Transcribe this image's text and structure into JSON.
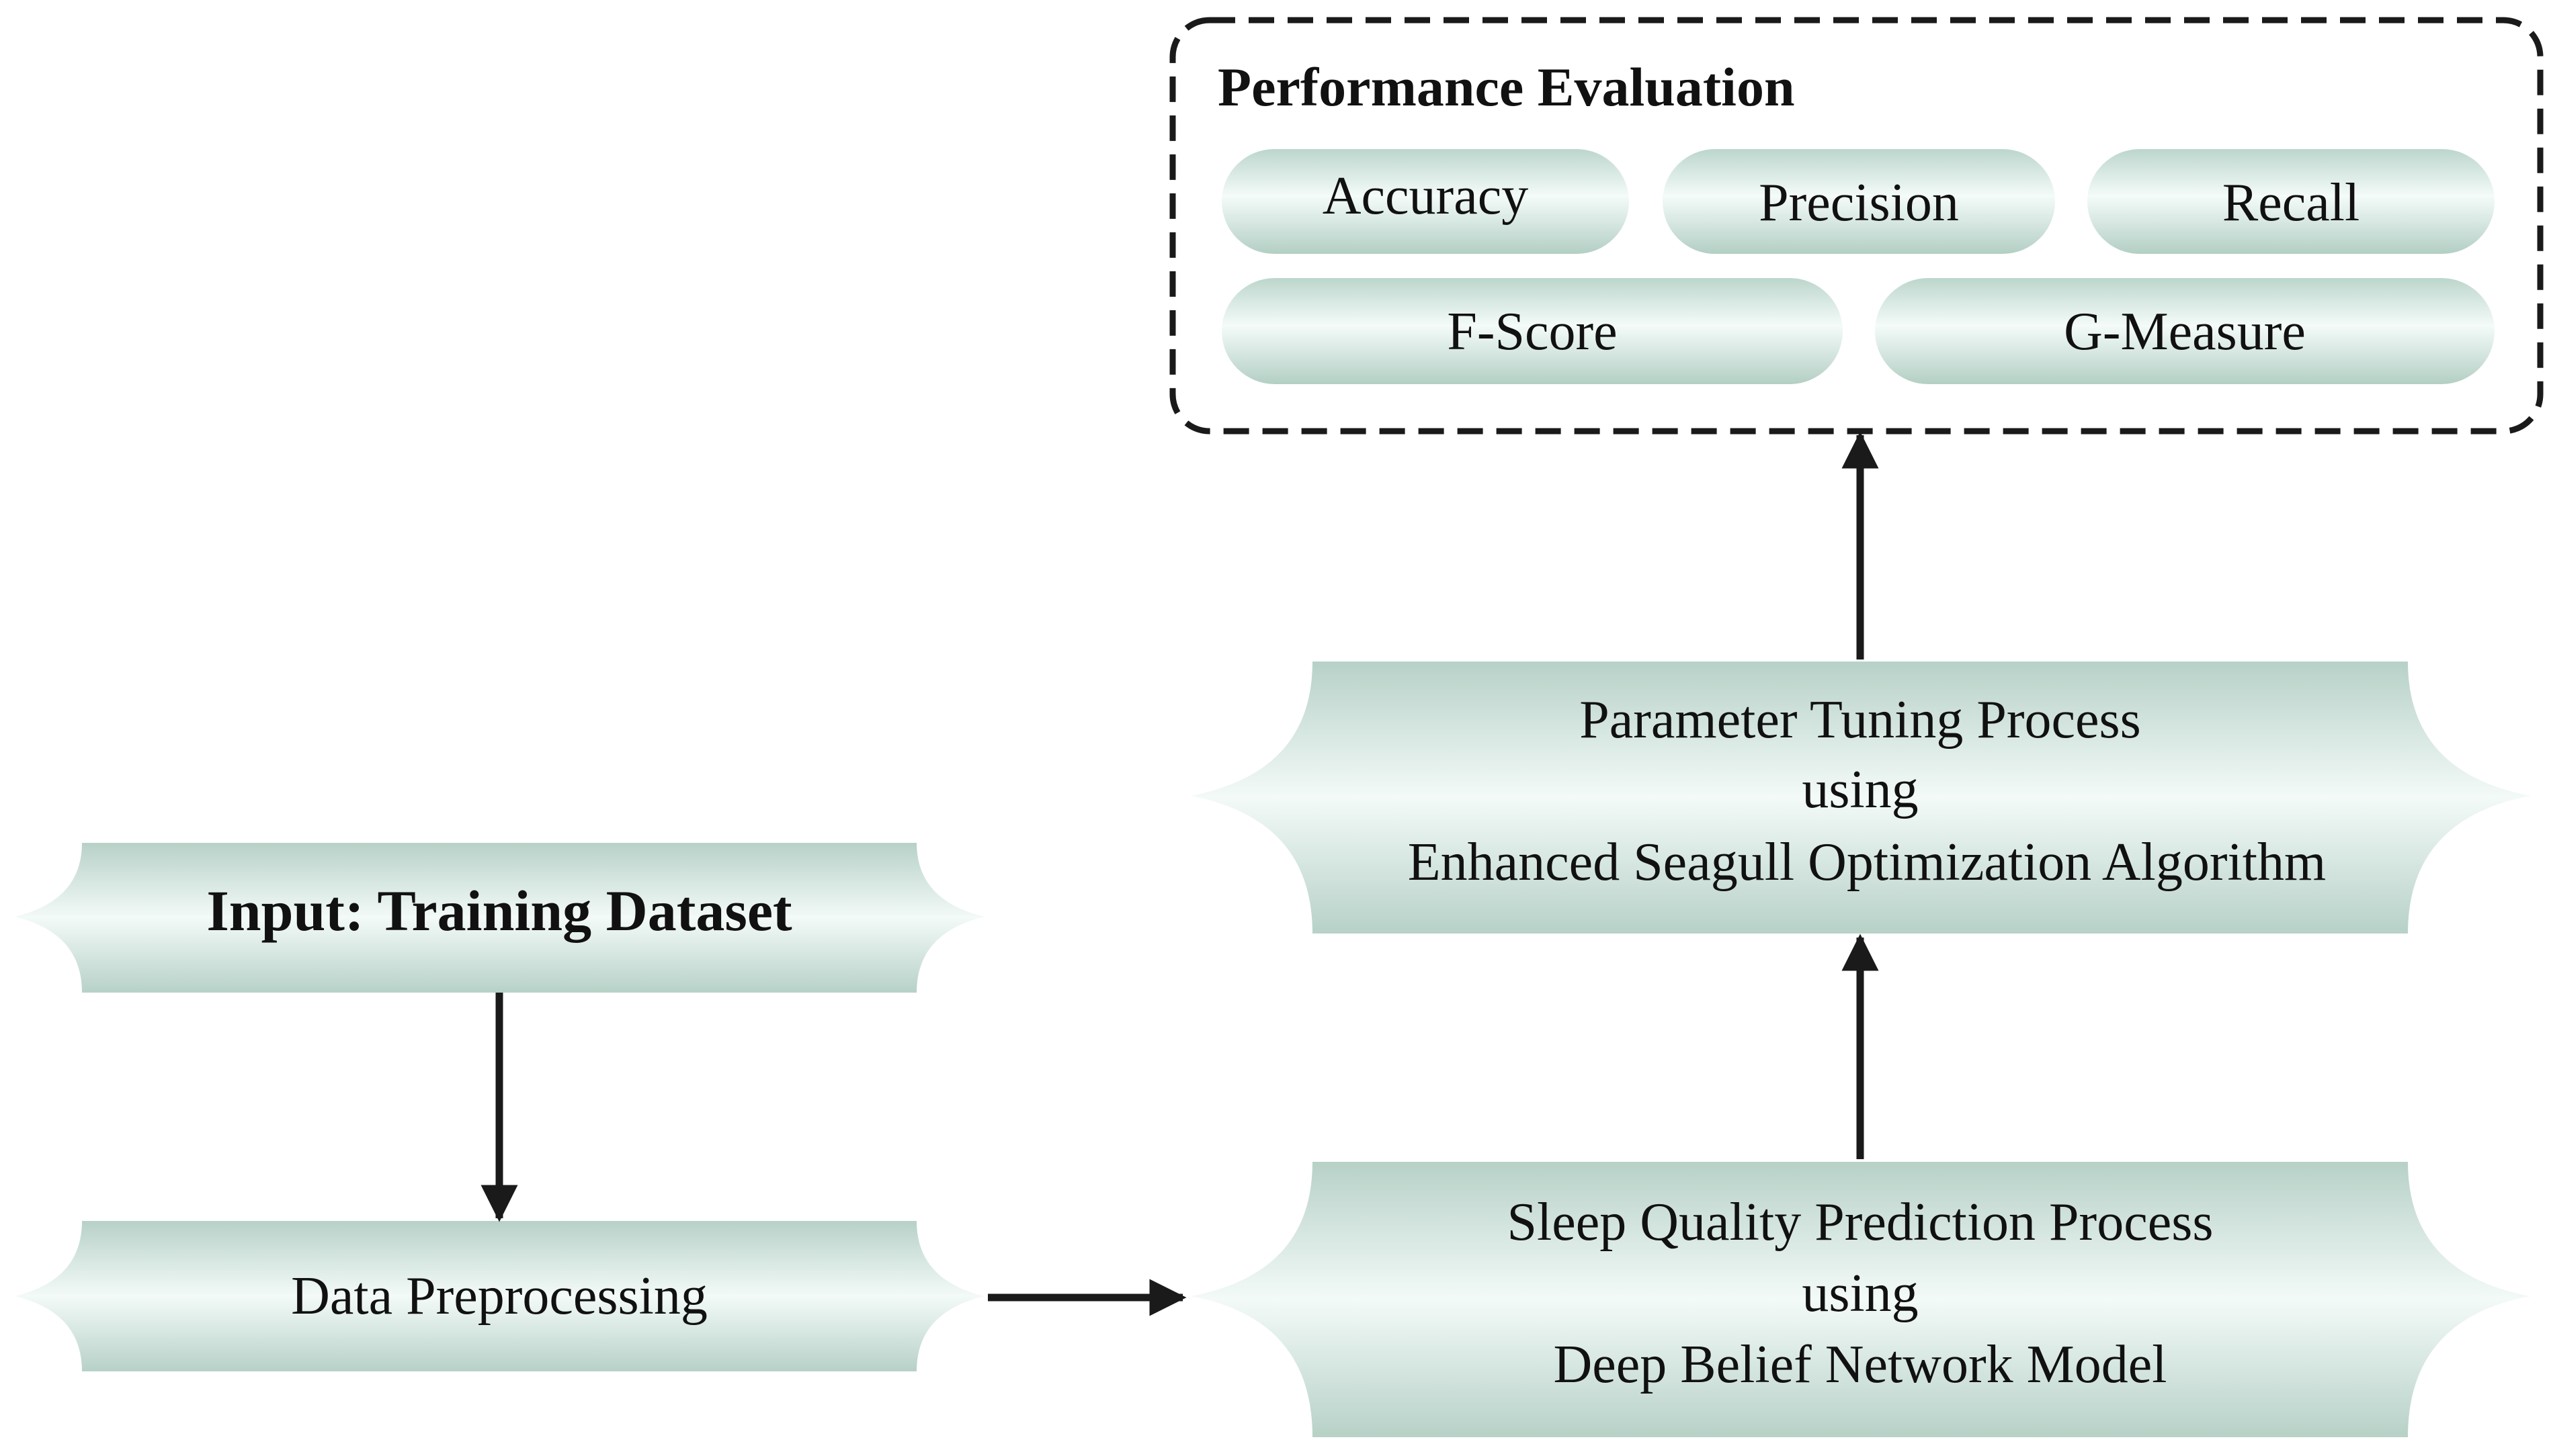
{
  "colors": {
    "shape_edge": "#b7d1c7",
    "shape_mid": "#f3faf8",
    "text": "#111111",
    "line": "#1a1a1a"
  },
  "performance_evaluation": {
    "title": "Performance Evaluation",
    "metrics": [
      "Accuracy",
      "Precision",
      "Recall",
      "F-Score",
      "G-Measure"
    ]
  },
  "input_node": {
    "label": "Input: Training Dataset"
  },
  "preprocess_node": {
    "label": "Data Preprocessing"
  },
  "tuning_node": {
    "line1": "Parameter Tuning Process",
    "line2": "using",
    "line3": "Enhanced Seagull Optimization Algorithm"
  },
  "prediction_node": {
    "line1": "Sleep Quality Prediction Process",
    "line2": "using",
    "line3": "Deep Belief Network Model"
  }
}
